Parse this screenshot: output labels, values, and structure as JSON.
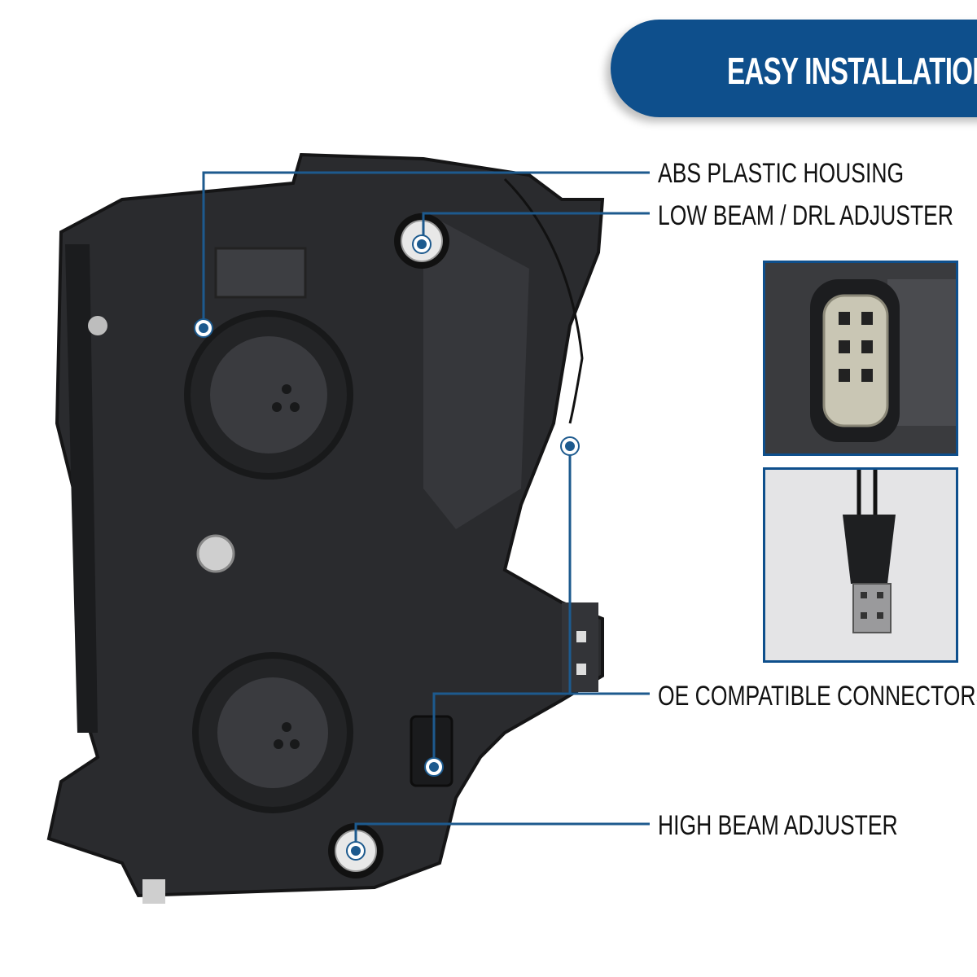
{
  "banner": {
    "title": "EASY INSTALLATION"
  },
  "callouts": {
    "housing": "ABS PLASTIC HOUSING",
    "low_beam": "LOW BEAM / DRL ADJUSTER",
    "connectors": "OE COMPATIBLE CONNECTORS",
    "high_beam": "HIGH BEAM ADJUSTER"
  },
  "colors": {
    "accent": "#0e4f8c",
    "housing": "#2a2b2e",
    "line": "#1d5a8e"
  }
}
